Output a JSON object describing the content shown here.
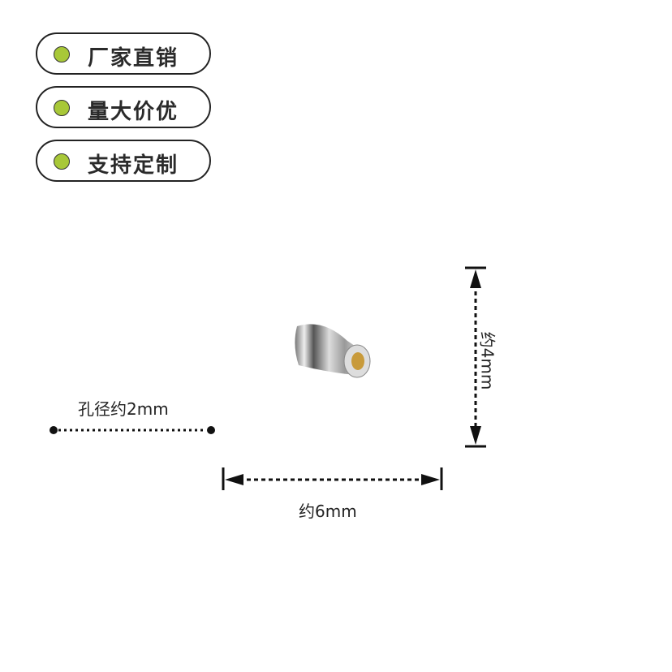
{
  "badges": [
    {
      "label": "厂家直销"
    },
    {
      "label": "量大价优"
    },
    {
      "label": "支持定制"
    }
  ],
  "colors": {
    "dot": "#a8c838",
    "line": "#111111"
  },
  "dimensions": {
    "hole": "孔径约2mm",
    "width": "约6mm",
    "height": "约4mm"
  }
}
